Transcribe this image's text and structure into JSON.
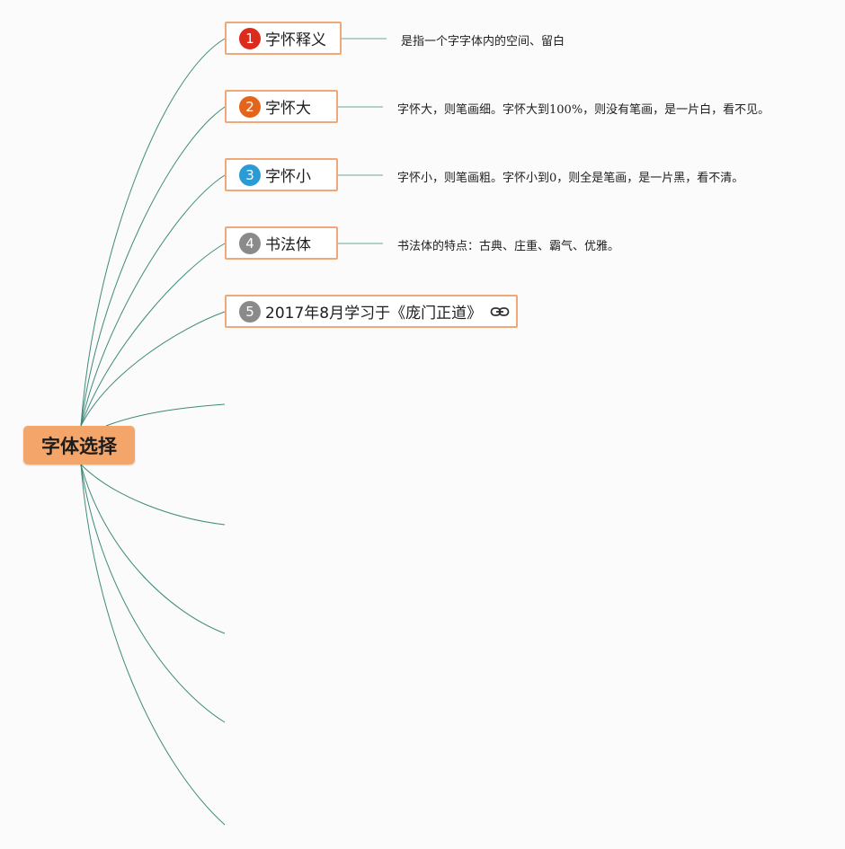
{
  "root": {
    "label": "字体选择"
  },
  "topics": [
    {
      "number": "1",
      "label": "字怀释义",
      "marker_color": "#dc2a1c",
      "note": "是指一个字字体内的空间、留白"
    },
    {
      "number": "2",
      "label": "字怀大",
      "marker_color": "#e3651c",
      "note": "字怀大，则笔画细。字怀大到100%，则没有笔画，是一片白，看不见。"
    },
    {
      "number": "3",
      "label": "字怀小",
      "marker_color": "#2b9bd6",
      "note": "字怀小，则笔画粗。字怀小到0，则全是笔画，是一片黑，看不清。"
    },
    {
      "number": "4",
      "label": "书法体",
      "marker_color": "#8a8a8a",
      "note": "书法体的特点：古典、庄重、霸气、优雅。"
    },
    {
      "number": "5",
      "label": "2017年8月学习于《庞门正道》",
      "marker_color": "#8a8a8a",
      "link_icon": "link-icon"
    }
  ],
  "colors": {
    "connector": "#3f8a79",
    "topic_border": "#f0a877",
    "root_fill": "#f3a56a"
  }
}
